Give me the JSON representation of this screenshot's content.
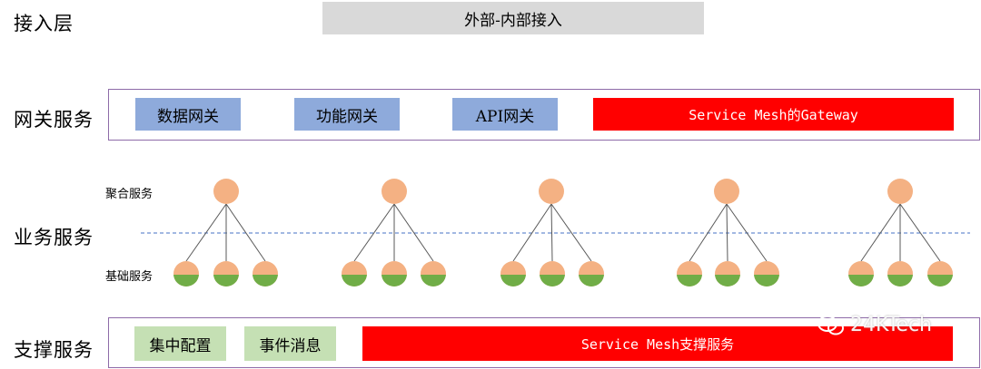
{
  "layers": {
    "access": "接入层",
    "gateway": "网关服务",
    "business": "业务服务",
    "support": "支撑服务"
  },
  "access_box": "外部-内部接入",
  "gateway_items": [
    "数据网关",
    "功能网关",
    "API网关",
    "Service Mesh的Gateway"
  ],
  "business_sublabels": {
    "aggregate": "聚合服务",
    "base": "基础服务"
  },
  "support_items": [
    "集中配置",
    "事件消息",
    "Service Mesh支撑服务"
  ],
  "watermark": "24KTech",
  "colors": {
    "node": "#f4b183",
    "node_fill_base": "#70ad47",
    "red": "#ff0000",
    "blue": "#8eaadb",
    "green": "#c5e0b4",
    "gray": "#d9d9d9",
    "frame": "#8e6ba8",
    "divider": "#4472c4"
  },
  "service_groups": 5,
  "base_nodes_per_group": 3
}
